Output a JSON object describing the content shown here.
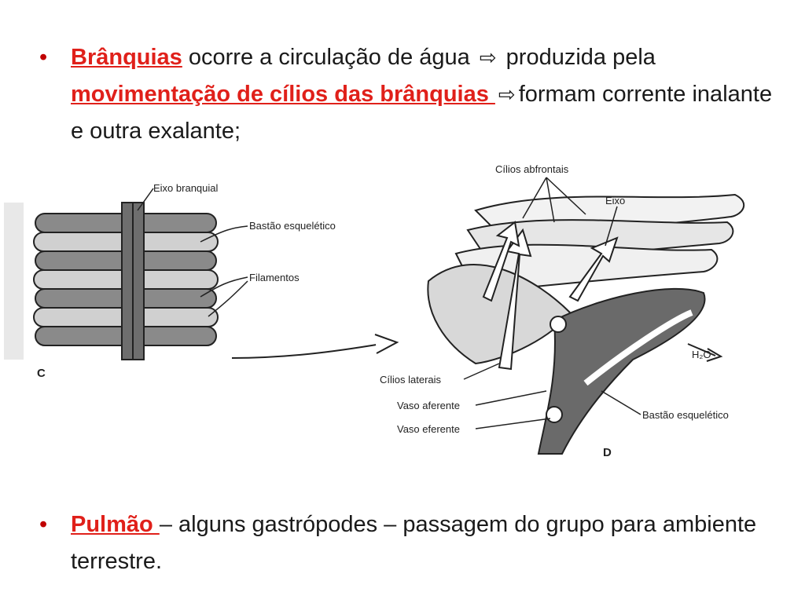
{
  "bullet1": {
    "term": "Brânquias",
    "part1": " ocorre a circulação de água ",
    "arrow": "⇨",
    "part2": " produzida pela ",
    "highlight": "movimentação de cílios das brânquias ",
    "part3": "formam corrente inalante e  outra exalante;"
  },
  "figure_left": {
    "labels": {
      "eixo": "Eixo branquial",
      "bastao": "Bastão esquelético",
      "filamentos": "Filamentos"
    },
    "panel": "C"
  },
  "figure_right": {
    "labels": {
      "cilios_abfrontais": "Cílios abfrontais",
      "eixo": "Eixo",
      "h2o": "H₂O",
      "cilios_laterais": "Cílios laterais",
      "vaso_aferente": "Vaso aferente",
      "vaso_eferente": "Vaso eferente",
      "bastao": "Bastão esquelético"
    },
    "panel": "D"
  },
  "bullet2": {
    "term": "Pulmão ",
    "text": "– alguns gastrópodes – passagem do grupo para ambiente terrestre."
  },
  "colors": {
    "accent": "#e0201a",
    "bullet": "#c00000"
  }
}
